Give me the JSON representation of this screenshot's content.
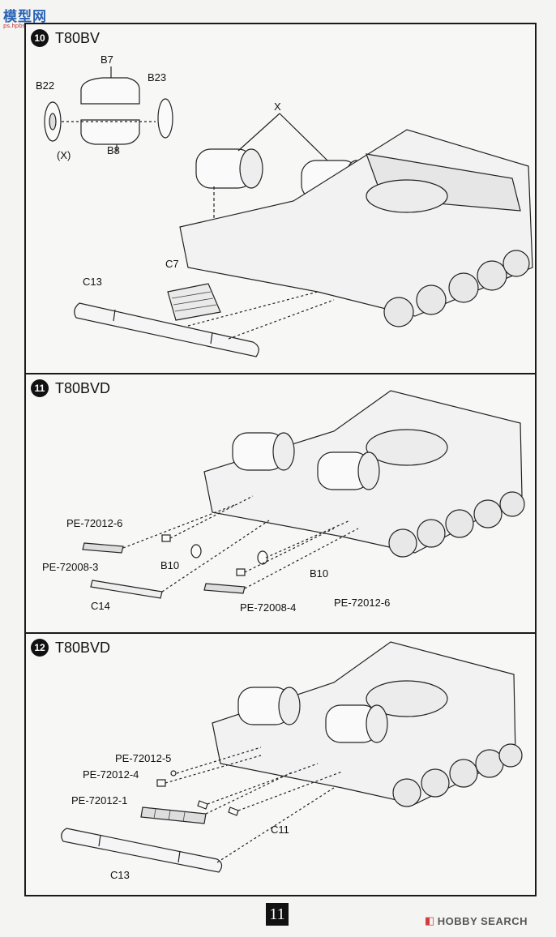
{
  "watermark": {
    "logo_text": "模型网",
    "sub_text": "ps.hpbshop.com"
  },
  "steps": [
    {
      "number": "10",
      "title": "T80BV"
    },
    {
      "number": "11",
      "title": "T80BVD"
    },
    {
      "number": "12",
      "title": "T80BVD"
    }
  ],
  "step10": {
    "labels": {
      "b7": "B7",
      "b22": "B22",
      "b23": "B23",
      "b8": "B8",
      "x_sub": "(X)",
      "x": "X",
      "c7": "C7",
      "c13": "C13"
    }
  },
  "step11": {
    "labels": {
      "pe6a": "PE-72012-6",
      "pe3": "PE-72008-3",
      "b10a": "B10",
      "c14": "C14",
      "b10b": "B10",
      "pe4": "PE-72008-4",
      "pe6b": "PE-72012-6"
    }
  },
  "step12": {
    "labels": {
      "pe5": "PE-72012-5",
      "pe4": "PE-72012-4",
      "pe1": "PE-72012-1",
      "c11": "C11",
      "c13": "C13"
    }
  },
  "page_number": "11",
  "watermark_bottom": {
    "icon": "hobby-search-icon",
    "text": "HOBBY SEARCH"
  }
}
